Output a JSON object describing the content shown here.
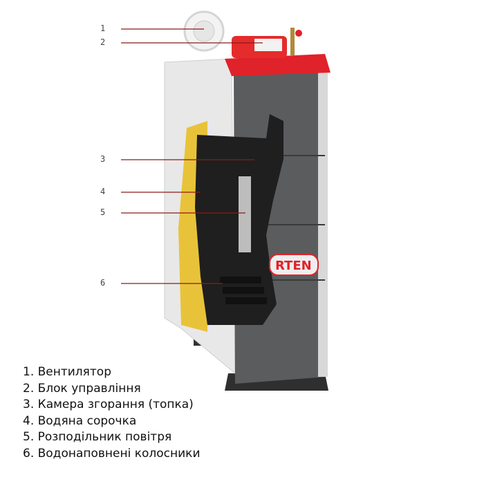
{
  "callouts": [
    "1",
    "2",
    "3",
    "4",
    "5",
    "6"
  ],
  "legend": [
    "1. Вентилятор",
    "2. Блок управління",
    "3. Камера згорання (топка)",
    "4. Водяна сорочка",
    "5. Розподільник повітря",
    "6. Водонаповнені колосники"
  ],
  "brand_logo_text": "RTEN",
  "colors": {
    "accent_red": "#e0222a",
    "line": "#8b1a1a",
    "body_gray": "#58595b",
    "panel_white": "#e9e9e9",
    "insulation": "#e8c33a"
  }
}
